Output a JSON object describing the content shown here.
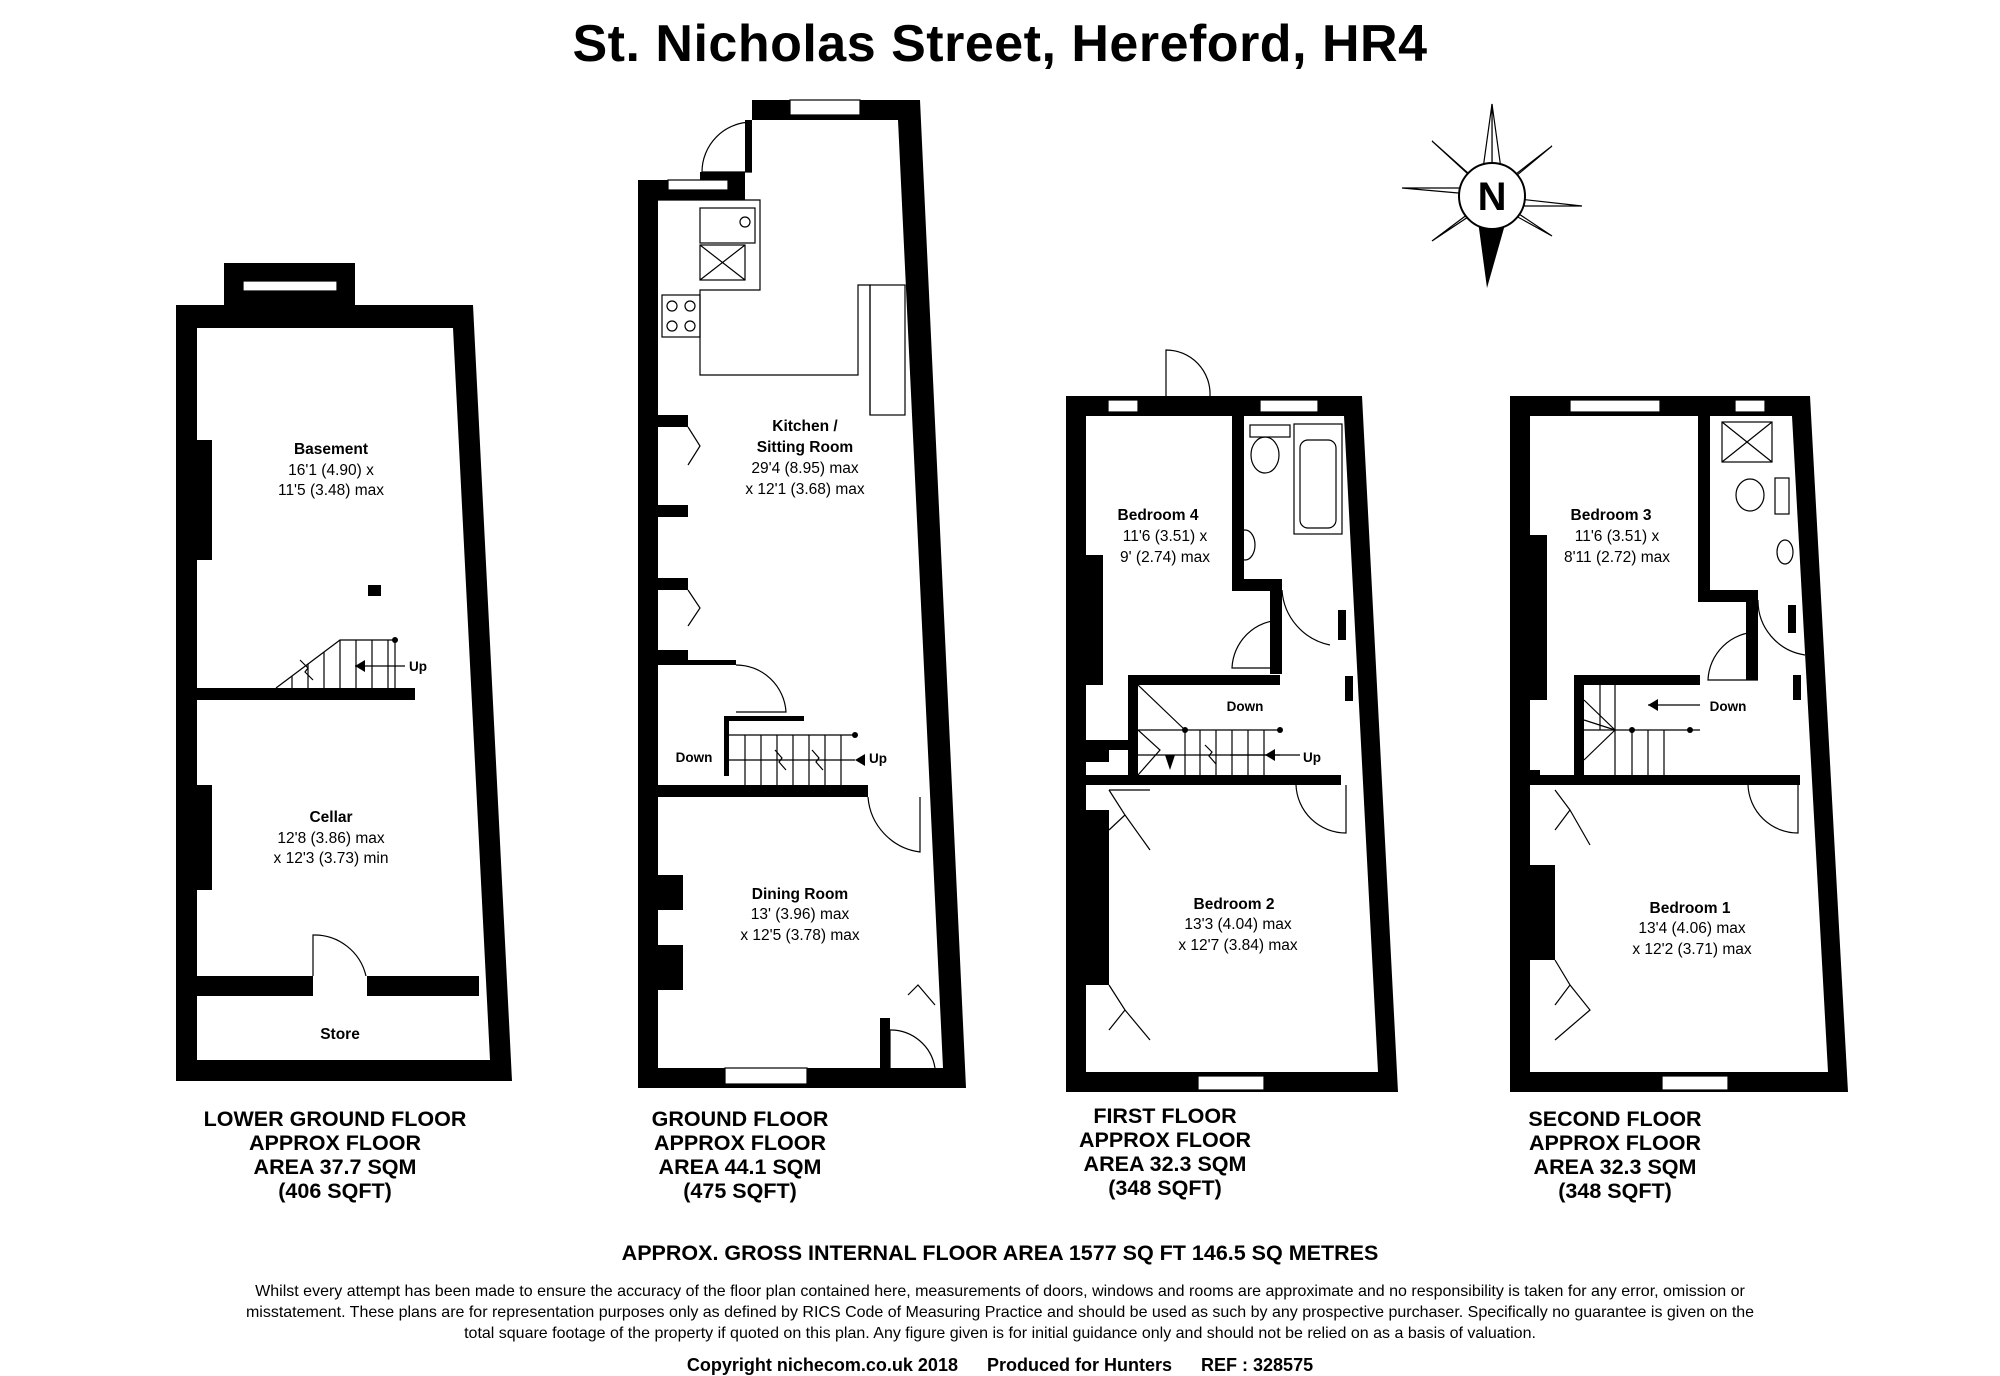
{
  "title": "St. Nicholas Street, Hereford, HR4",
  "compass": {
    "label": "N"
  },
  "floors": [
    {
      "label": "LOWER GROUND FLOOR\nAPPROX FLOOR\nAREA 37.7 SQM\n(406 SQFT)",
      "rooms": [
        {
          "name": "Basement",
          "dims": [
            "16'1 (4.90) x",
            "11'5 (3.48) max"
          ]
        },
        {
          "name": "Cellar",
          "dims": [
            "12'8 (3.86) max",
            "x 12'3 (3.73) min"
          ]
        },
        {
          "name": "Store",
          "dims": []
        }
      ],
      "stairs": [
        "Up"
      ]
    },
    {
      "label": "GROUND FLOOR\nAPPROX FLOOR\nAREA 44.1 SQM\n(475 SQFT)",
      "rooms": [
        {
          "name": "Kitchen /",
          "name2": "Sitting Room",
          "dims": [
            "29'4 (8.95) max",
            "x 12'1 (3.68) max"
          ]
        },
        {
          "name": "Dining Room",
          "dims": [
            "13' (3.96) max",
            "x 12'5 (3.78) max"
          ]
        }
      ],
      "stairs": [
        "Down",
        "Up"
      ]
    },
    {
      "label": "FIRST FLOOR\nAPPROX FLOOR\nAREA 32.3 SQM\n(348 SQFT)",
      "rooms": [
        {
          "name": "Bedroom 4",
          "dims": [
            "11'6 (3.51) x",
            "9' (2.74) max"
          ]
        },
        {
          "name": "Bedroom 2",
          "dims": [
            "13'3 (4.04) max",
            "x 12'7 (3.84) max"
          ]
        }
      ],
      "stairs": [
        "Down",
        "Up"
      ]
    },
    {
      "label": "SECOND FLOOR\nAPPROX FLOOR\nAREA 32.3 SQM\n(348 SQFT)",
      "rooms": [
        {
          "name": "Bedroom 3",
          "dims": [
            "11'6 (3.51) x",
            "8'11 (2.72) max"
          ]
        },
        {
          "name": "Bedroom 1",
          "dims": [
            "13'4 (4.06) max",
            "x 12'2 (3.71) max"
          ]
        }
      ],
      "stairs": [
        "Down"
      ]
    }
  ],
  "gross_area": "APPROX. GROSS INTERNAL FLOOR AREA 1577 SQ FT 146.5 SQ METRES",
  "disclaimer": "Whilst every attempt has been made to ensure the accuracy of the floor plan contained here, measurements of doors, windows and rooms are approximate and no responsibility is taken for any error, omission or misstatement. These plans are for representation purposes only as defined by RICS Code of Measuring Practice and should be used as such by any prospective purchaser. Specifically no guarantee is given on the total square footage of the property if quoted on this plan. Any figure given is for initial guidance only and should not be relied on as a basis of valuation.",
  "footer": {
    "copyright": "Copyright nichecom.co.uk 2018",
    "produced_for": "Produced for Hunters",
    "ref": "REF : 328575"
  }
}
